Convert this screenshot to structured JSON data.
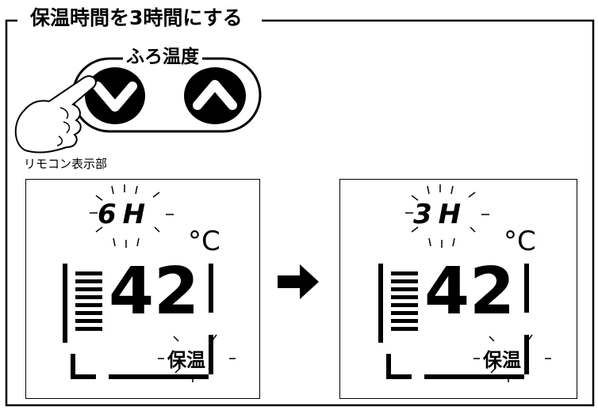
{
  "title": "保温時間を3時間にする",
  "button_group": {
    "label": "ふろ温度",
    "down_icon": "chevron-down-icon",
    "up_icon": "chevron-up-icon"
  },
  "remote_display_label": "リモコン表示部",
  "display_before": {
    "time": "6H",
    "temperature": "42",
    "unit": "°C",
    "mode": "保温"
  },
  "display_after": {
    "time": "3H",
    "temperature": "42",
    "unit": "°C",
    "mode": "保温"
  },
  "arrow_icon": "arrow-right-icon"
}
